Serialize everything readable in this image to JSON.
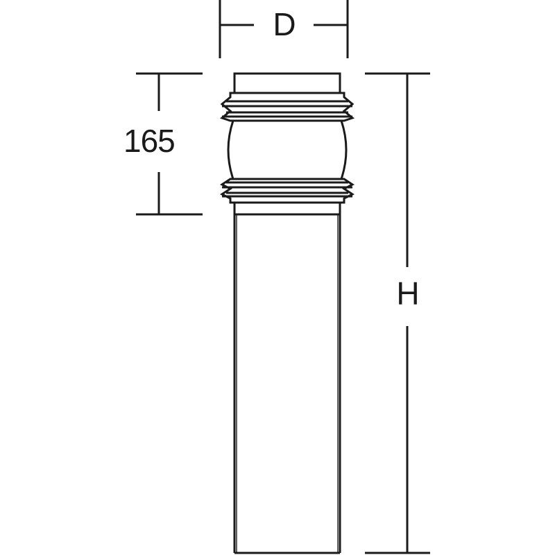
{
  "dimensions": {
    "diameter_label": "D",
    "head_height_label": "165",
    "total_height_label": "H"
  },
  "colors": {
    "line": "#1a1a1a",
    "background": "#ffffff"
  }
}
